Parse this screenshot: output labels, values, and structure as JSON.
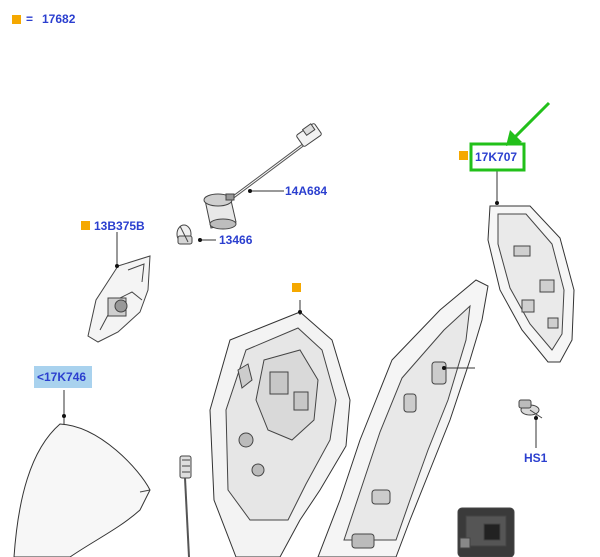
{
  "legend": {
    "equals": "=",
    "code": "17682"
  },
  "callouts": {
    "p17k707": "17K707",
    "p14a684": "14A684",
    "p13b375b": "13B375B",
    "p13466": "13466",
    "p17k746": "<17K746",
    "phs1": "HS1"
  },
  "colors": {
    "label_blue": "#2b3fcf",
    "marker_orange": "#f5a800",
    "highlight_green": "#22c01a",
    "selection_bg": "#a9d2ee"
  }
}
